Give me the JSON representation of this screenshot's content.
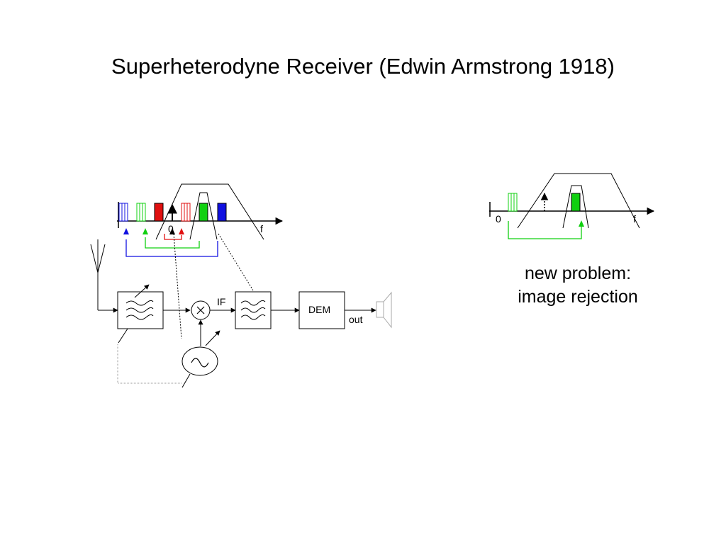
{
  "title": "Superheterodyne Receiver (Edwin Armstrong 1918)",
  "left_spectrum": {
    "zero_label": "0",
    "freq_label": "f"
  },
  "right_spectrum": {
    "zero_label": "0",
    "freq_label": "f"
  },
  "blocks": {
    "if_label": "IF",
    "dem_label": "DEM",
    "out_label": "out"
  },
  "note": {
    "line1": "new problem:",
    "line2": "image rejection"
  },
  "colors": {
    "blue": "#1010e0",
    "green": "#10d010",
    "red": "#e01010",
    "black": "#000000",
    "gray": "#808080"
  },
  "icons": {
    "mixer": "multiply-icon",
    "oscillator": "sine-wave-icon",
    "filter": "bandpass-filter-icon",
    "antenna": "antenna-icon",
    "speaker": "speaker-icon"
  }
}
